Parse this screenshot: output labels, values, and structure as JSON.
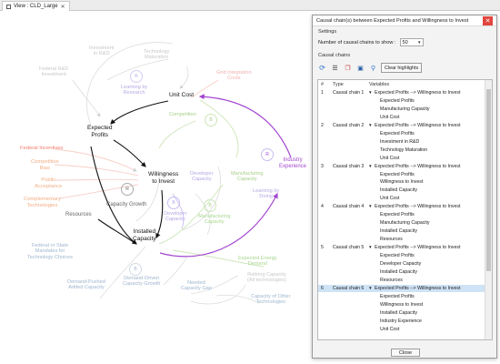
{
  "view_tab": {
    "label": "View : CLD_Large"
  },
  "diagram": {
    "nodes": {
      "investment_rd": "Investment\nin R&D",
      "technology_maturation": "Technology\nMaturation",
      "federal_rd_investment": "Federal R&D\nInvestment",
      "grid_integration_costs": "Grid Integration\nCosts",
      "learning_by_research": "Learning by\nResearch",
      "unit_cost": "Unit Cost",
      "competition": "Competition",
      "expected_profits": "Expected\nProfits",
      "federal_incentives": "Federal Incentives",
      "competitive_bias": "Competitive\nBias",
      "public_acceptance": "Public\nAcceptance",
      "complementary_technologies": "Complementary\nTechnologies",
      "willingness_to_invest": "Willingness\nto Invest",
      "developer_capacity": "Developer\nCapacity",
      "manufacturing_capacity": "Manufacturing\nCapacity",
      "industry_experience": "Industry\nExperience",
      "learning_by_doing": "Learning by\nDoing",
      "capacity_growth": "Capacity Growth",
      "resources": "Resources",
      "developer_capacity_loop": "Developer\nCapacity",
      "manufacturing_capacity_loop": "Manufacturing\nCapacity",
      "installed_capacity": "Installed\nCapacity",
      "federal_state_mandates": "Federal or State\nMandates for\nTechnology Choices",
      "expected_energy_demand": "Expected Energy\nDemand",
      "retiring_capacity": "Retiring Capacity\n(All technologies)",
      "demand_pushed_capacity": "Demand-Pushed\nAdded Capacity",
      "demand_driven_growth": "Demand-Driven\nCapacity Growth",
      "needed_capacity_gap": "Needed\nCapacity Gap",
      "capacity_other": "Capacity of Other\nTechnologies"
    },
    "loop_labels": {
      "b": "B",
      "r": "R"
    }
  },
  "dialog": {
    "title": "Causal chain(s) between Expected Profits and Willingness to Invest",
    "settings_label": "Settings",
    "chains_to_show_label": "Number of causal chains to show :",
    "chains_to_show_value": "50",
    "causal_chains_label": "Causal chains",
    "clear_highlights_label": "Clear highlights",
    "close_label": "Close",
    "table_headers": [
      "#",
      "Type",
      "Variables"
    ],
    "rows": [
      {
        "num": "1",
        "type": "Causal chain 1",
        "header": "Expected Profits --> Willingness to Invest",
        "variables": [
          "Expected Profits",
          "Manufacturing Capacity",
          "Unit Cost"
        ]
      },
      {
        "num": "2",
        "type": "Causal chain 2",
        "header": "Expected Profits --> Willingness to Invest",
        "variables": [
          "Expected Profits",
          "Investment in R&D",
          "Technology Maturation",
          "Unit Cost"
        ]
      },
      {
        "num": "3",
        "type": "Causal chain 3",
        "header": "Expected Profits --> Willingness to Invest",
        "variables": [
          "Expected Profits",
          "Willingness to Invest",
          "Installed Capacity",
          "Unit Cost"
        ]
      },
      {
        "num": "4",
        "type": "Causal chain 4",
        "header": "Expected Profits --> Willingness to Invest",
        "variables": [
          "Expected Profits",
          "Manufacturing Capacity",
          "Installed Capacity",
          "Resources"
        ]
      },
      {
        "num": "5",
        "type": "Causal chain 5",
        "header": "Expected Profits --> Willingness to Invest",
        "variables": [
          "Expected Profits",
          "Developer Capacity",
          "Installed Capacity",
          "Resources"
        ]
      },
      {
        "num": "6",
        "type": "Causal chain 6",
        "header": "Expected Profits --> Willingness to Invest",
        "variables": [
          "Expected Profits",
          "Willingness to Invest",
          "Installed Capacity",
          "Industry Experience",
          "Unit Cost"
        ]
      }
    ]
  },
  "colors": {
    "accent_purple": "#a347d1",
    "selection": "#cfe3f6",
    "close_red": "#e1453d"
  }
}
